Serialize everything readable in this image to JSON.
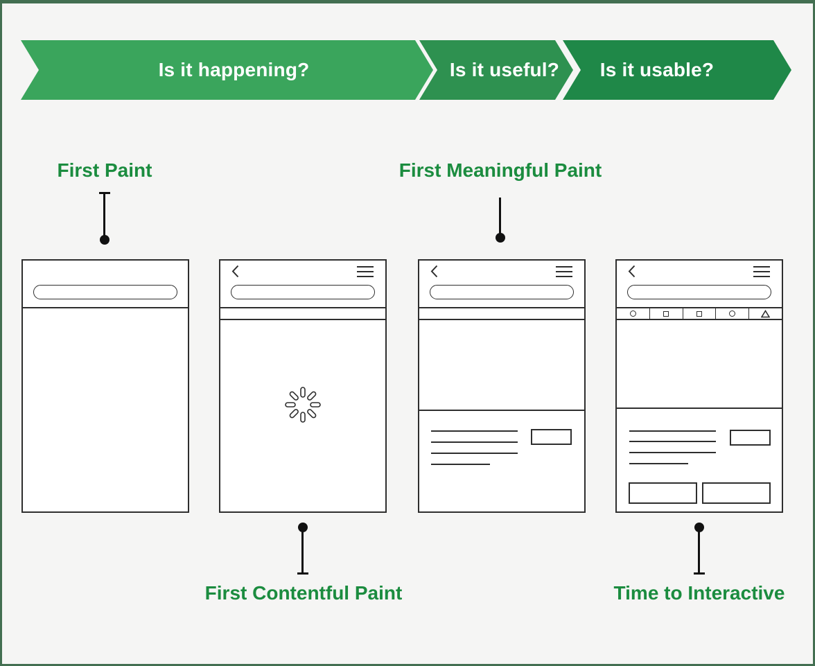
{
  "banner": {
    "segments": [
      {
        "label": "Is it happening?",
        "color": "#3aa55c"
      },
      {
        "label": "Is it useful?",
        "color": "#2e9150"
      },
      {
        "label": "Is it usable?",
        "color": "#1f8848"
      }
    ]
  },
  "metrics": {
    "first_paint": {
      "label": "First Paint"
    },
    "first_meaningful_paint": {
      "label": "First Meaningful Paint"
    },
    "first_contentful_paint": {
      "label": "First Contentful Paint"
    },
    "time_to_interactive": {
      "label": "Time to Interactive"
    }
  },
  "phones": [
    {
      "stage": "first-paint",
      "wireframe_parts": [
        "url-bar"
      ]
    },
    {
      "stage": "first-contentful-paint",
      "wireframe_parts": [
        "back-icon",
        "menu-icon",
        "url-bar",
        "empty-strip",
        "spinner-icon"
      ]
    },
    {
      "stage": "first-meaningful-paint",
      "wireframe_parts": [
        "back-icon",
        "menu-icon",
        "url-bar",
        "empty-strip",
        "hero-placeholder",
        "text-lines",
        "button-placeholder"
      ]
    },
    {
      "stage": "time-to-interactive",
      "wireframe_parts": [
        "back-icon",
        "menu-icon",
        "url-bar",
        "toolbar-icons",
        "hero-placeholder",
        "text-lines",
        "button-placeholder",
        "action-buttons"
      ]
    }
  ],
  "toolbar_icons": [
    "circle-icon",
    "square-icon",
    "square-icon",
    "circle-icon",
    "triangle-icon"
  ],
  "colors": {
    "background": "#f5f5f4",
    "frame_border": "#436f51",
    "banner_green_light": "#3aa55c",
    "banner_green_mid": "#2e9150",
    "banner_green_dark": "#1f8848",
    "metric_label_green": "#1b8c3f",
    "wireframe_stroke": "#2e2e2e",
    "connector_black": "#111111"
  }
}
